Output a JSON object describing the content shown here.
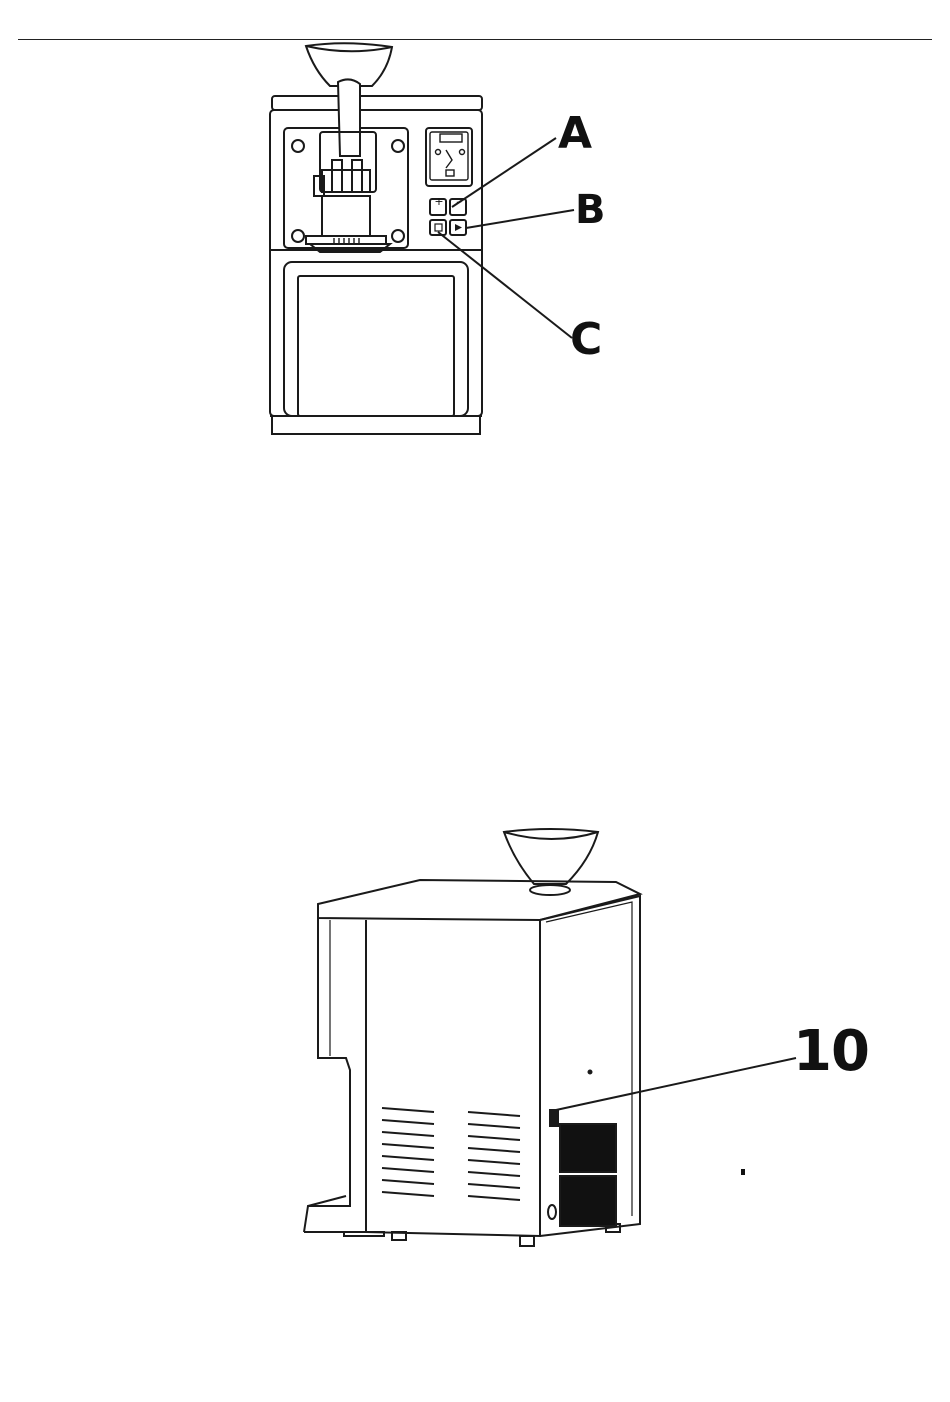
{
  "figure_front": {
    "callouts": {
      "a": "A",
      "b": "B",
      "c": "C"
    },
    "panel_buttons": {
      "plus": "+",
      "minus": "–"
    }
  },
  "figure_back": {
    "callouts": {
      "switch": "10"
    }
  },
  "colors": {
    "line": "#1a1a1a",
    "background": "#ffffff"
  }
}
